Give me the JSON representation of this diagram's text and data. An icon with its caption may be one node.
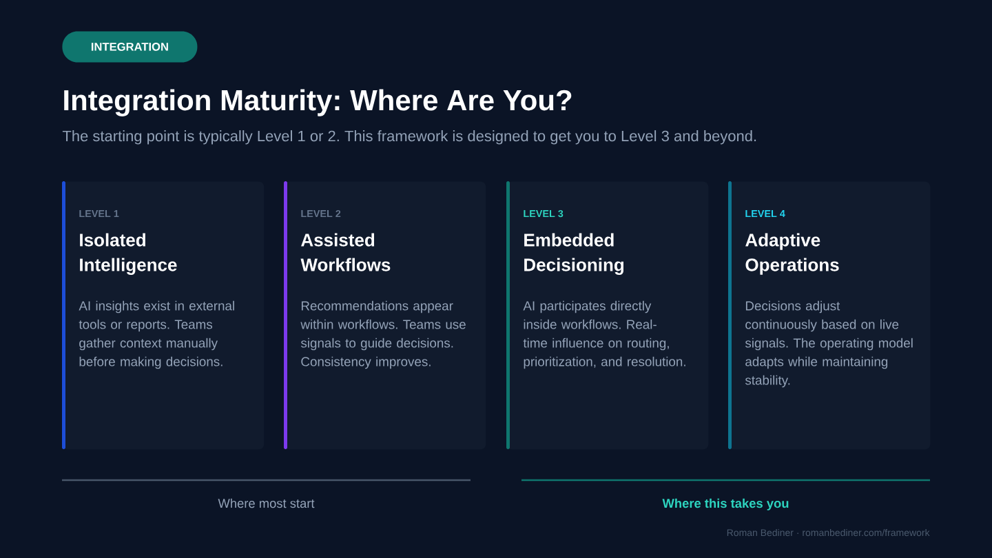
{
  "diagram": {
    "title": "Integration Maturity: Where Are You?",
    "nodes": [
      {
        "text": [
          "INTEGRATION"
        ]
      },
      {
        "text": [
          "LEVEL 1",
          "Isolated Intelligence",
          "AI insights exist in external tools or reports. Teams gather context manually before making decisions."
        ]
      },
      {
        "text": [
          "LEVEL 2",
          "Assisted Workflows",
          "Recommendations appear within workflows. Teams use signals to guide decisions. Consistency improves."
        ]
      },
      {
        "text": [
          "LEVEL 3",
          "Embedded Decisioning",
          "AI participates directly inside workflows. Real-time influence on routing, prioritization, and resolution."
        ]
      },
      {
        "text": [
          "LEVEL 4",
          "Adaptive Operations",
          "Decisions adjust continuously based on live signals. The operating model adapts while maintaining stability."
        ]
      }
    ],
    "labels": [
      "The starting point is typically Level 1 or 2. This framework is designed to get you to Level 3 and beyond.",
      "Where most start",
      "Where this takes you",
      "Roman Bediner · romanbediner.com/framework"
    ]
  }
}
